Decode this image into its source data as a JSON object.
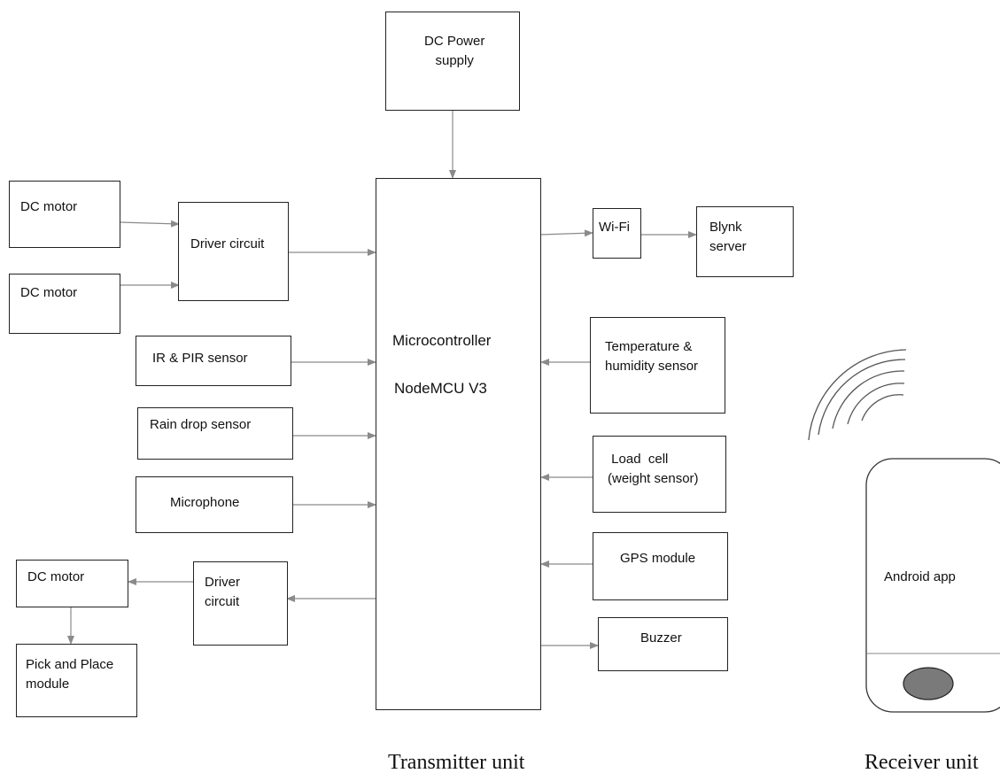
{
  "blocks": {
    "dc_power": "DC Power\nsupply",
    "dc_motor_1": "DC motor",
    "dc_motor_2": "DC motor",
    "driver_circuit_1": "Driver circuit",
    "ir_pir": "IR & PIR sensor",
    "rain_drop": "Rain drop sensor",
    "microphone": "Microphone",
    "dc_motor_3": "DC motor",
    "driver_circuit_2": "Driver\ncircuit",
    "pick_place": "Pick and Place\nmodule",
    "microcontroller_line1": "Microcontroller",
    "microcontroller_line2": "NodeMCU V3",
    "wifi": "Wi-Fi",
    "blynk": "Blynk\nserver",
    "temp_humidity": "Temperature &\nhumidity sensor",
    "load_cell": " Load  cell\n(weight sensor)",
    "gps": "GPS module",
    "buzzer": "Buzzer",
    "android_app": "Android app"
  },
  "captions": {
    "transmitter": "Transmitter unit",
    "receiver": "Receiver unit"
  },
  "colors": {
    "box_border": "#222222",
    "arrow": "#8a8a8a",
    "phone_button": "#7a7a7a"
  }
}
